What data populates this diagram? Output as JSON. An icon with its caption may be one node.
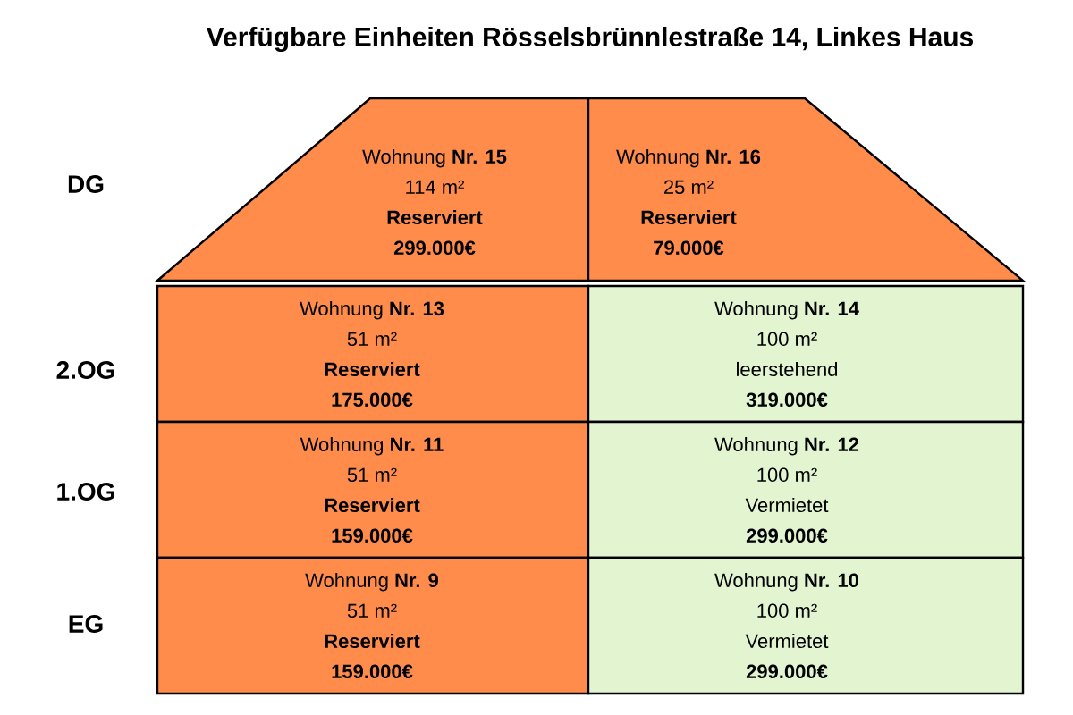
{
  "diagram": {
    "title": "Verfügbare Einheiten Rösselsbrünnlestraße 14, Linkes Haus",
    "nodes": [
      {
        "text": [
          "Wohnung **Nr. 15**",
          "114 m²",
          "**Reserviert**",
          "299.000€"
        ]
      },
      {
        "text": [
          "Wohnung **Nr. 16**",
          "25 m²",
          "**Reserviert**",
          "79.000€"
        ]
      },
      {
        "text": [
          "Wohnung **Nr. 13**",
          "51 m²",
          "**Reserviert**",
          "175.000€"
        ]
      },
      {
        "text": [
          "Wohnung **Nr. 14**",
          "100 m²",
          "leerstehend",
          "319.000€"
        ]
      },
      {
        "text": [
          "Wohnung **Nr. 11**",
          "51 m²",
          "**Reserviert**",
          "159.000€"
        ]
      },
      {
        "text": [
          "Wohnung **Nr. 12**",
          "100 m²",
          "Vermietet",
          "299.000€"
        ]
      },
      {
        "text": [
          "Wohnung **Nr. 9**",
          "51 m²",
          "**Reserviert**",
          "159.000€"
        ]
      },
      {
        "text": [
          "Wohnung **Nr. 10**",
          "100 m²",
          "Vermietet",
          "299.000€"
        ]
      }
    ],
    "labels": [
      "DG",
      "2.OG",
      "1.OG",
      "EG"
    ]
  }
}
